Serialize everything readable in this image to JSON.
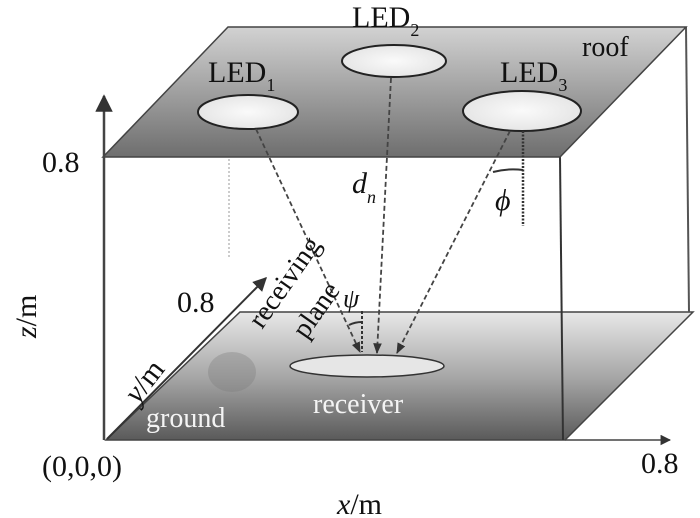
{
  "figure": {
    "type": "3D room geometry diagram (VLC positioning)",
    "surfaces": {
      "roof_label": "roof",
      "ground_label": "ground",
      "receiving_plane_label_line1": "receiving",
      "receiving_plane_label_line2": "plane"
    },
    "leds": [
      {
        "name": "LED",
        "subscript": "1"
      },
      {
        "name": "LED",
        "subscript": "2"
      },
      {
        "name": "LED",
        "subscript": "3"
      }
    ],
    "receiver_label": "receiver",
    "symbols": {
      "distance": "d",
      "distance_subscript": "n",
      "irradiance_angle": "ϕ",
      "incidence_angle": "ψ"
    },
    "axes": {
      "x_label_var": "x",
      "x_label_unit": "/m",
      "y_label_var": "y",
      "y_label_unit": "/m",
      "z_label_var": "z",
      "z_label_unit": "/m",
      "x_max": "0.8",
      "y_max": "0.8",
      "z_max": "0.8",
      "origin": "(0,0,0)"
    },
    "colors": {
      "surface_dark": "#5a5a5a",
      "surface_light": "#e6e6e6",
      "line": "#333333",
      "led_fill": "#f2f2f2"
    }
  }
}
